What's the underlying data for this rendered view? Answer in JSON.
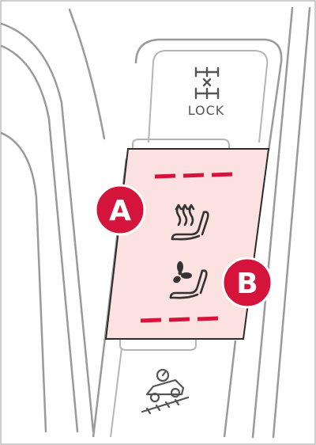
{
  "panel": {
    "lock_label": "LOCK",
    "top_button_icon": "4wd-lock-icon",
    "heated_seat_icon": "heated-seat-icon",
    "ventilated_seat_icon": "ventilated-seat-icon",
    "bottom_button_icon": "hill-descent-control-icon"
  },
  "callouts": [
    {
      "id": "a",
      "label": "A"
    },
    {
      "id": "b",
      "label": "B"
    }
  ],
  "colors": {
    "highlight_fill": "#fbe1df",
    "highlight_stroke": "#d4143a",
    "badge_fill": "#d4143a",
    "line_gray": "#9a9a9a",
    "icon_gray": "#555555"
  }
}
